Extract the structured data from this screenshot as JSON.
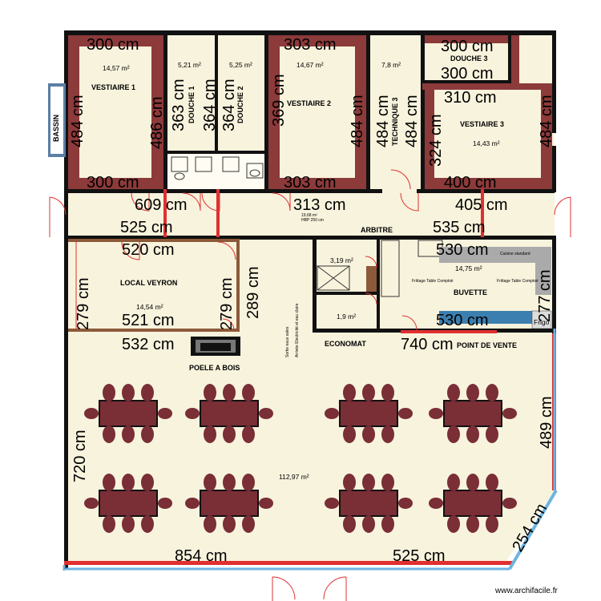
{
  "rooms": {
    "vestiaire1": {
      "name": "VESTIAIRE 1",
      "area": "14,57 m²"
    },
    "douche1": {
      "name": "DOUCHE 1",
      "area": "5,21 m²"
    },
    "douche2": {
      "name": "DOUCHE 2",
      "area": "5,25 m²"
    },
    "vestiaire2": {
      "name": "VESTIAIRE 2",
      "area": "14,67 m²"
    },
    "technique3": {
      "name": "TECHNIQUE 3",
      "area": "7,8 m²"
    },
    "douche3": {
      "name": "DOUCHE 3"
    },
    "vestiaire3": {
      "name": "VESTIAIRE 3",
      "area": "14,43 m²"
    },
    "arbitre": {
      "name": "ARBITRE",
      "area": "19,68 m²",
      "sub": "HBP 250 cm"
    },
    "local_veyron": {
      "name": "LOCAL VEYRON",
      "area": "14,54 m²"
    },
    "wc": {
      "area": "3,19 m²"
    },
    "economat": {
      "name": "ECONOMAT",
      "area": "1,9 m²"
    },
    "buvette": {
      "name": "BUVETTE",
      "area": "14,75 m²"
    },
    "point_vente": {
      "name": "POINT DE VENTE"
    },
    "salle": {
      "area": "112,97 m²"
    },
    "bassin": {
      "name": "BASSIN"
    },
    "poele": {
      "name": "POELE A BOIS"
    }
  },
  "notes": {
    "sortie": "Sortie eaux sales",
    "arrivee": "Arrivée Electricité et eau claire",
    "cuisine": "Cuisine standard",
    "frigo": "Frigo",
    "buvette_small_1": "Frittage Table Comptoir",
    "buvette_small_2": "Frittage Table Comptoir"
  },
  "dimensions": {
    "v1_top": "300 cm",
    "v1_bottom": "300 cm",
    "v1_left": "484 cm",
    "v1_right": "486 cm",
    "d1_left": "363 cm",
    "d1_right": "364 cm",
    "d2_right": "364 cm",
    "v2_top": "303 cm",
    "v2_bottom": "303 cm",
    "v2_left": "369 cm",
    "v2_right": "484 cm",
    "t3_left": "484 cm",
    "t3_right": "484 cm",
    "d3_top": "300 cm",
    "d3_bottom": "300 cm",
    "v3_top": "310 cm",
    "v3_bottom": "400 cm",
    "v3_left": "324 cm",
    "v3_right": "484 cm",
    "arb_top_l": "609 cm",
    "arb_top_m": "313 cm",
    "arb_top_r": "405 cm",
    "arb_bot_l": "525 cm",
    "arb_bot_r": "535 cm",
    "lv_top": "520 cm",
    "lv_bottom": "521 cm",
    "lv_left": "279 cm",
    "lv_right": "279 cm",
    "lv_outer": "289 cm",
    "sal_top_l": "532 cm",
    "sal_top_r": "740 cm",
    "buv_top": "530 cm",
    "buv_bottom": "530 cm",
    "buv_right": "277 cm",
    "sal_left": "720 cm",
    "sal_right": "489 cm",
    "sal_diag": "254 cm",
    "sal_bot_l": "854 cm",
    "sal_bot_r": "525 cm"
  },
  "credit": "www.archifacile.fr"
}
